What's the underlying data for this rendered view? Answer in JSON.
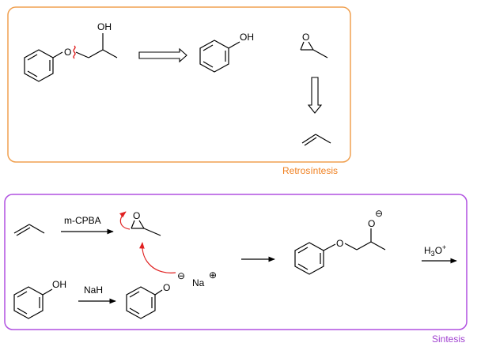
{
  "colors": {
    "retro_border": "#f0a050",
    "retro_label": "#f08020",
    "synthesis_border": "#b050e0",
    "synthesis_label": "#a040d0",
    "bond": "#000000",
    "disconnection": "#e02020",
    "curved_arrow": "#e02020"
  },
  "retrosynthesis": {
    "label": "Retrosíntesis",
    "target_oh": "OH",
    "target_o": "O",
    "phenol_oh": "OH",
    "epoxide_o": "O"
  },
  "synthesis": {
    "label": "Sintesis",
    "reagent_1": "m-CPBA",
    "reagent_2": "NaH",
    "epoxide_o": "O",
    "phenol_oh": "OH",
    "phenoxide_o": "O",
    "phenoxide_charge": "⊖",
    "counterion": "Na",
    "counterion_charge": "⊕",
    "product_o": "O",
    "alkoxide_o": "O",
    "alkoxide_charge": "⊖",
    "final_reagent": "H",
    "final_reagent_sub": "3",
    "final_reagent_o": "O",
    "final_reagent_sup": "+"
  }
}
